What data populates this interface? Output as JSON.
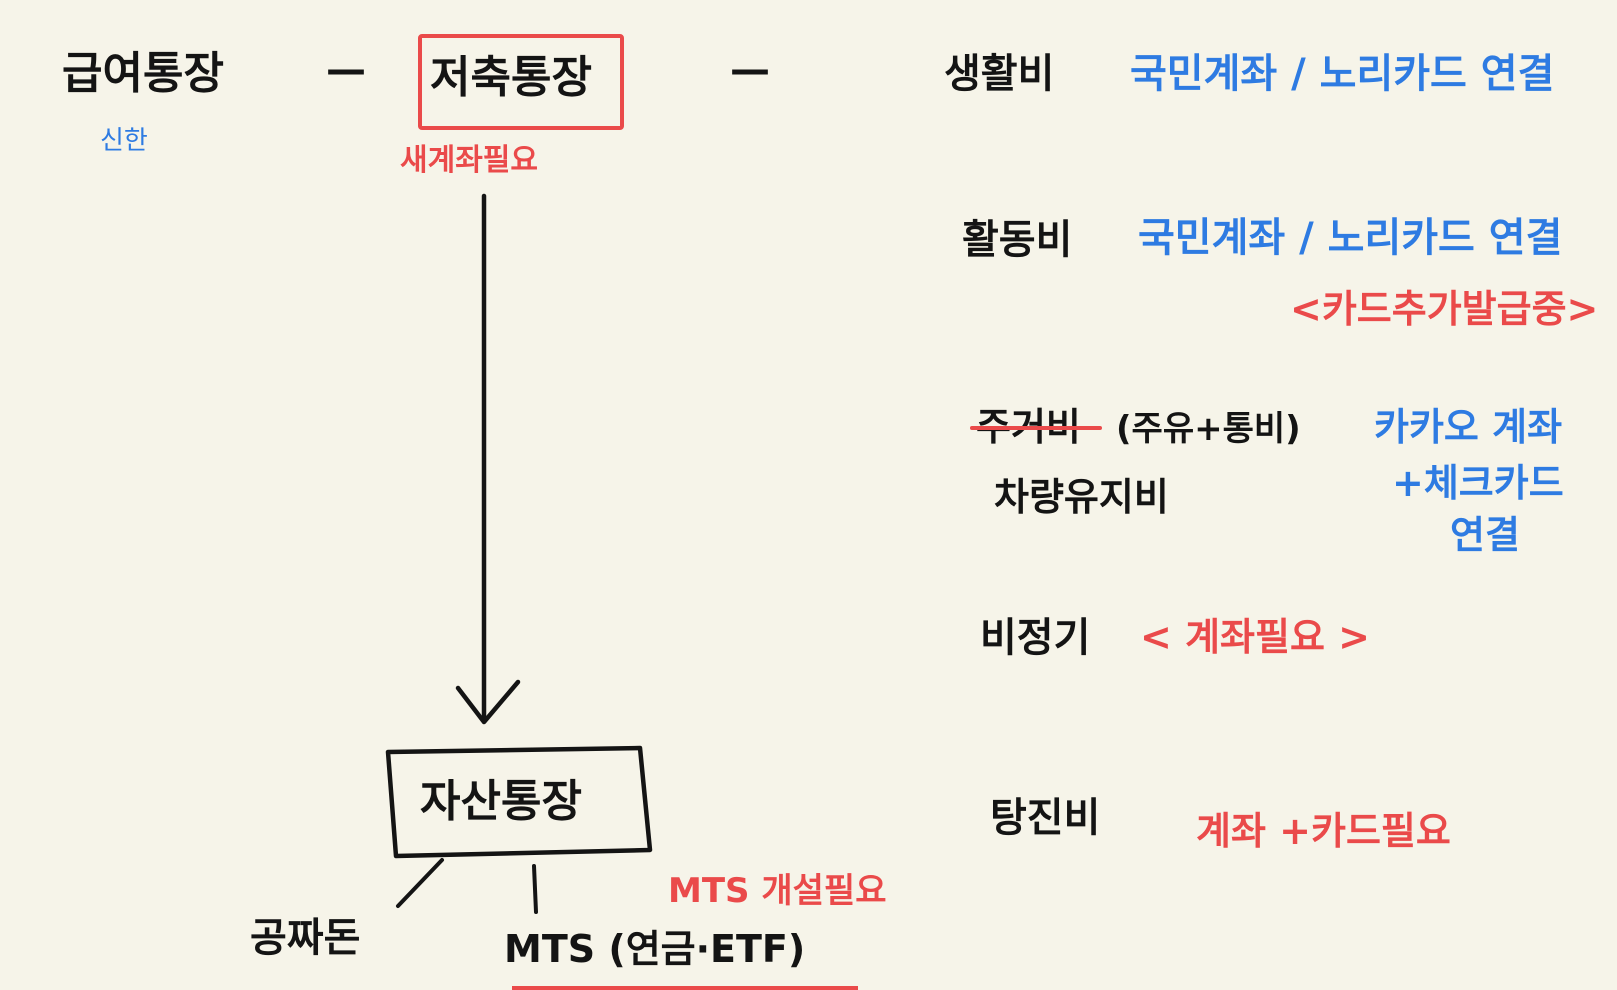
{
  "salary_account": {
    "label": "급여통장",
    "bank": "신한"
  },
  "savings_account": {
    "label": "저축통장",
    "note": "새계좌필요"
  },
  "dash_1": "—",
  "dash_2": "—",
  "asset_account": {
    "label": "자산통장"
  },
  "emergency_fund": {
    "label": "공짜돈"
  },
  "mts": {
    "label": "MTS (연금·ETF)",
    "note": "MTS 개설필요"
  },
  "expenses": [
    {
      "label": "생활비",
      "note": "국민계좌 / 노리카드 연결"
    },
    {
      "label": "활동비",
      "note": "국민계좌 / 노리카드 연결",
      "sub_note": "<카드추가발급중>"
    },
    {
      "label_struck": "주거비",
      "label_paren": "(주유+통비)",
      "label_line2": "차량유지비",
      "note_line1": "카카오 계좌",
      "note_line2": "+체크카드",
      "note_line3": "연결"
    },
    {
      "label": "비정기",
      "note": "< 계좌필요 >"
    },
    {
      "label": "탕진비",
      "note": "계좌 +카드필요"
    }
  ],
  "colors": {
    "ink": "#141414",
    "blue": "#2e7be2",
    "red": "#ea4a4a",
    "paper": "#f6f4e9"
  }
}
